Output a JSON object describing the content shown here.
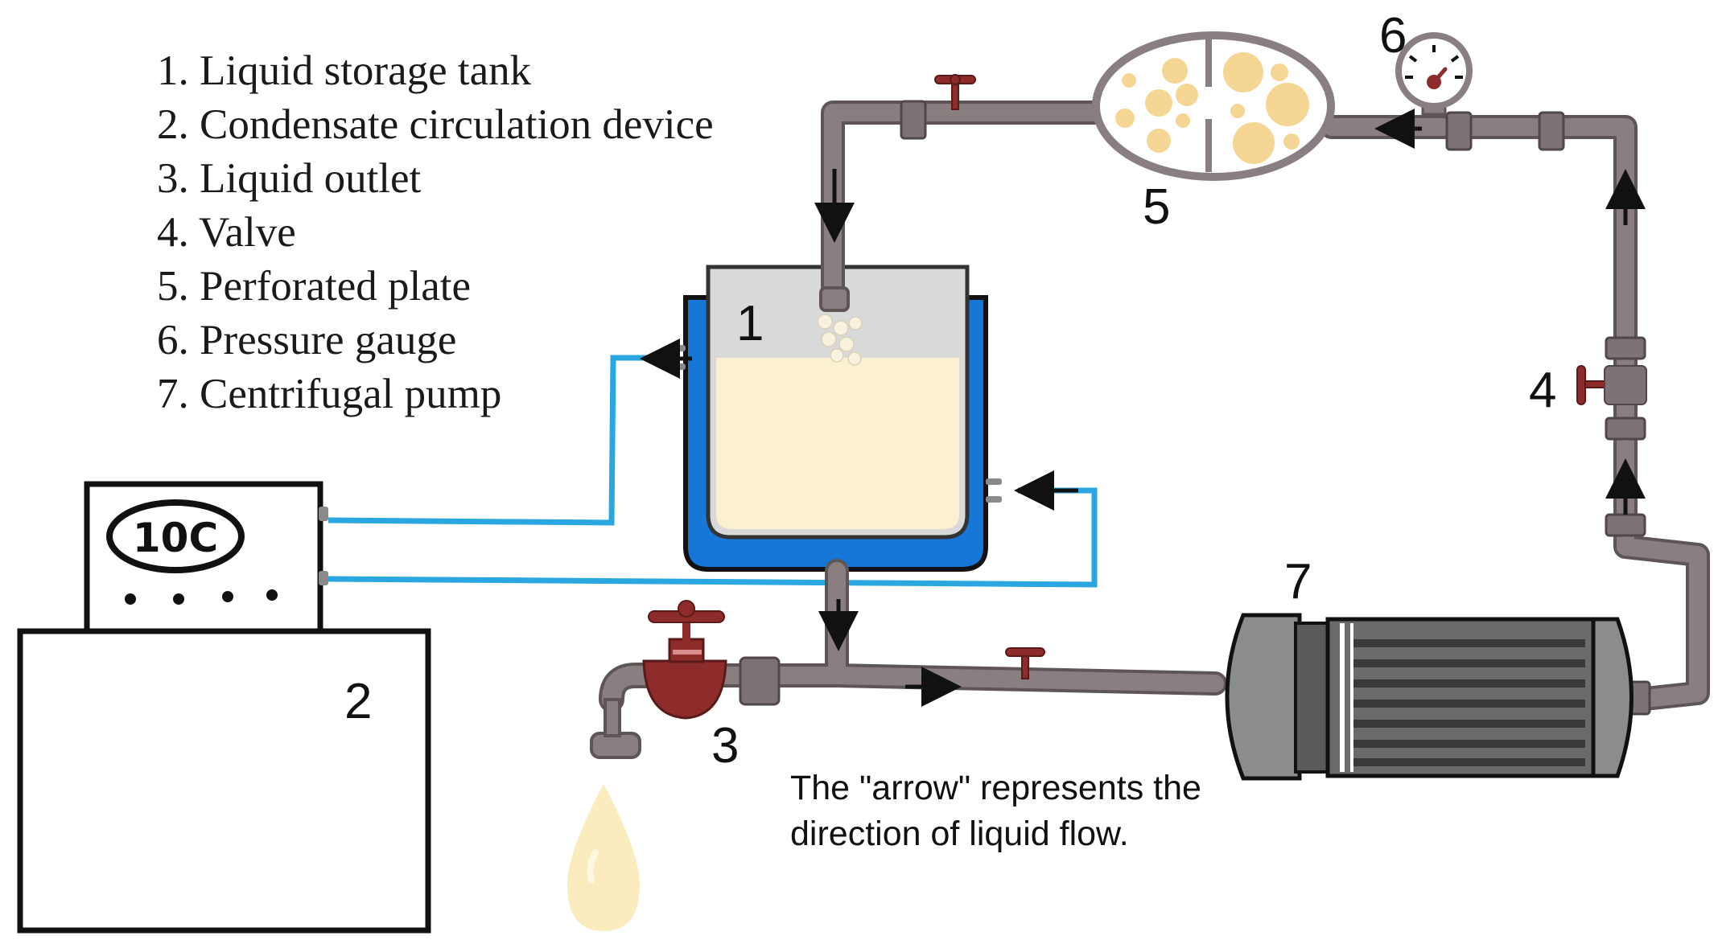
{
  "legend": {
    "items": [
      "1. Liquid storage tank",
      "2. Condensate circulation device",
      "3. Liquid outlet",
      "4. Valve",
      "5. Perforated plate",
      "6. Pressure gauge",
      "7. Centrifugal pump"
    ]
  },
  "labels": {
    "n1": "1",
    "n2": "2",
    "n3": "3",
    "n4": "4",
    "n5": "5",
    "n6": "6",
    "n7": "7"
  },
  "device": {
    "temperature": "10C"
  },
  "note": "The \"arrow\" represents the direction of liquid flow.",
  "colors": {
    "pipe": "#8a7f80",
    "pipe_dark": "#5e5557",
    "coolant_line": "#2aa7e0",
    "jacket": "#1677d8",
    "liquid": "#fbf0cf",
    "valve": "#8e2b2b",
    "droplet": "#fbecbf",
    "holes": "#f5d694"
  },
  "icons": [
    "flow-arrow-icon",
    "valve-handle-icon",
    "pressure-gauge-icon",
    "droplet-icon"
  ]
}
